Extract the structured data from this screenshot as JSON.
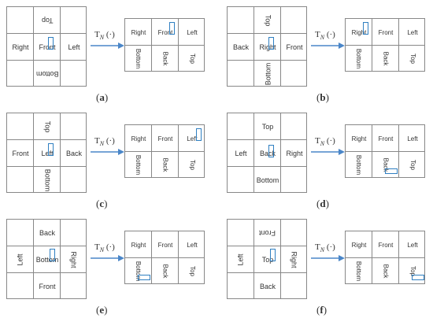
{
  "operator": "T",
  "operator_sub": "N",
  "operator_arg": "(·)",
  "panels": [
    {
      "caption": "a",
      "net": {
        "top": "Top",
        "left": "Right",
        "center": "Front",
        "right": "Left",
        "bottom": "Bottom"
      },
      "grid": [
        "Right",
        "Front",
        "Left",
        "Bottom",
        "Back",
        "Top"
      ]
    },
    {
      "caption": "b",
      "net": {
        "top": "Top",
        "left": "Back",
        "center": "Right",
        "right": "Front",
        "bottom": "Bottom"
      },
      "grid": [
        "Right",
        "Front",
        "Left",
        "Bottom",
        "Back",
        "Top"
      ]
    },
    {
      "caption": "c",
      "net": {
        "top": "Top",
        "left": "Front",
        "center": "Left",
        "right": "Back",
        "bottom": "Bottom"
      },
      "grid": [
        "Right",
        "Front",
        "Left",
        "Bottom",
        "Back",
        "Top"
      ]
    },
    {
      "caption": "d",
      "net": {
        "top": "Top",
        "left": "Left",
        "center": "Back",
        "right": "Right",
        "bottom": "Bottom"
      },
      "grid": [
        "Right",
        "Front",
        "Left",
        "Bottom",
        "Back",
        "Top"
      ]
    },
    {
      "caption": "e",
      "net": {
        "top": "Back",
        "left": "Left",
        "center": "Bottom",
        "right": "Right",
        "bottom": "Front"
      },
      "grid": [
        "Right",
        "Front",
        "Left",
        "Bottom",
        "Back",
        "Top"
      ]
    },
    {
      "caption": "f",
      "net": {
        "top": "Front",
        "left": "Left",
        "center": "Top",
        "right": "Right",
        "bottom": "Back"
      },
      "grid": [
        "Right",
        "Front",
        "Left",
        "Bottom",
        "Back",
        "Top"
      ]
    }
  ],
  "colors": {
    "marker": "#2f7fc1",
    "arrow": "#4a86c8",
    "lines": "#888888"
  }
}
